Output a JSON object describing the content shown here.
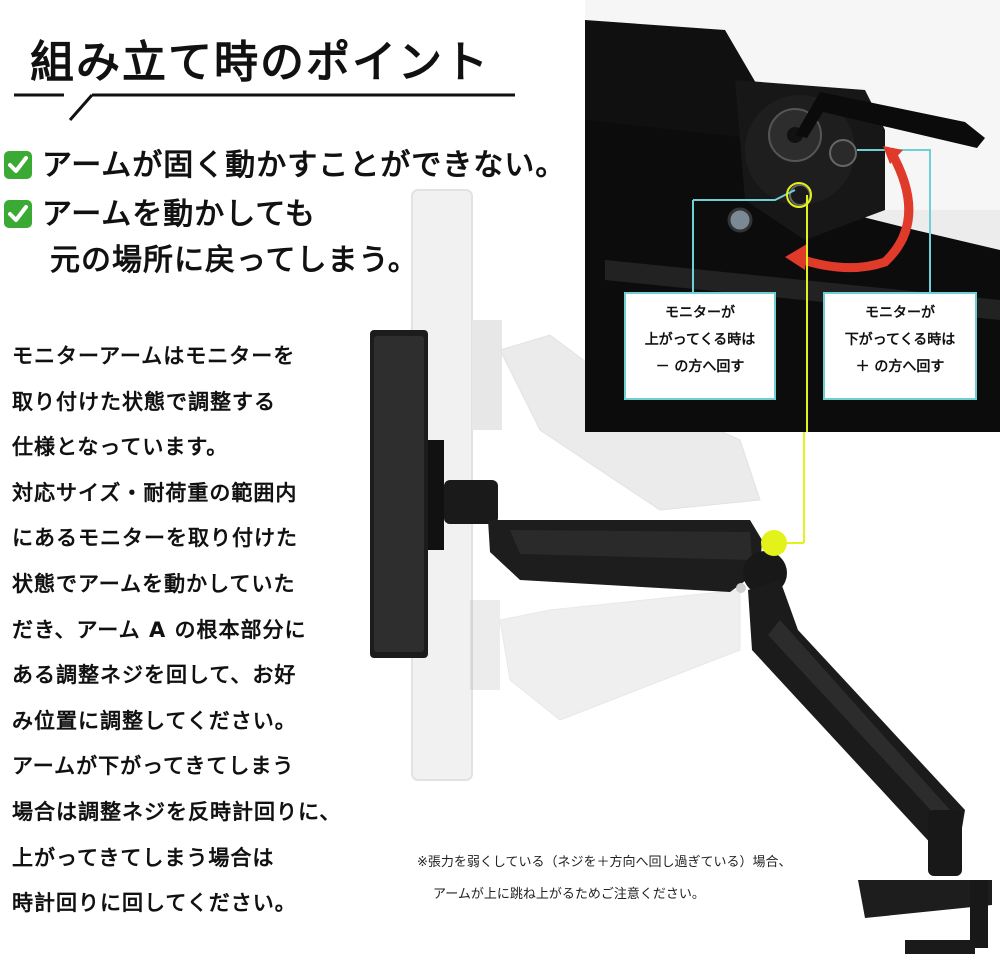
{
  "title": "組み立て時のポイント",
  "checks": [
    {
      "lines": [
        "アームが固く動かすことができない。"
      ]
    },
    {
      "lines": [
        "アームを動かしても",
        "元の場所に戻ってしまう。"
      ]
    }
  ],
  "body_lines": [
    "モニターアームはモニターを",
    "取り付けた状態で調整する",
    "仕様となっています。",
    "対応サイズ・耐荷重の範囲内",
    "にあるモニターを取り付けた",
    "状態でアームを動かしていた",
    "だき、アーム A の根本部分に",
    "ある調整ネジを回して、お好",
    "み位置に調整してください。",
    "アームが下がってきてしまう",
    "場合は調整ネジを反時計回りに、",
    "上がってきてしまう場合は",
    "時計回りに回してください。"
  ],
  "callouts": {
    "left": [
      "モニターが",
      "上がってくる時は",
      "－ の方へ回す"
    ],
    "right": [
      "モニターが",
      "下がってくる時は",
      "＋ の方へ回す"
    ]
  },
  "note_lines": [
    "※張力を弱くしている（ネジを＋方向へ回し過ぎている）場合、",
    "アームが上に跳ね上がるためご注意ください。"
  ],
  "colors": {
    "check_green": "#3aaa35",
    "callout_border": "#6ecfd4",
    "arrow_red": "#e03a2a",
    "marker_yellow": "#e4f21b"
  },
  "icons": {
    "check": "check-mark-icon",
    "rotation": "rotation-arrow-icon"
  }
}
